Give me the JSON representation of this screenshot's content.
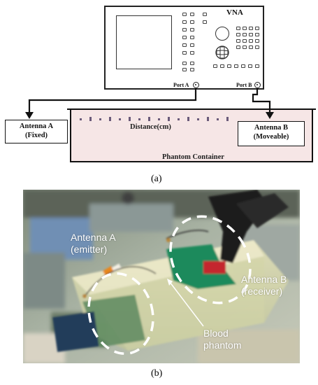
{
  "diagram": {
    "vna_title": "VNA",
    "port_a_label": "Port A",
    "port_b_label": "Port B",
    "antenna_a": {
      "line1": "Antenna A",
      "line2": "(Fixed)"
    },
    "antenna_b": {
      "line1": "Antenna B",
      "line2": "(Moveable)"
    },
    "distance_label": "Distance(cm)",
    "container_label": "Phantom Container",
    "caption": "(a)"
  },
  "photo": {
    "antenna_a": {
      "line1": "Antenna A",
      "line2": "(emitter)"
    },
    "antenna_b": {
      "line1": "Antenna B",
      "line2": "(receiver)"
    },
    "phantom": {
      "line1": "Blood",
      "line2": "phantom"
    },
    "caption": "(b)"
  },
  "colors": {
    "container_fill": "#f6e6e6",
    "distance_marks": "#6a5a7a",
    "line": "#111111",
    "photo_label": "#ffffff"
  }
}
